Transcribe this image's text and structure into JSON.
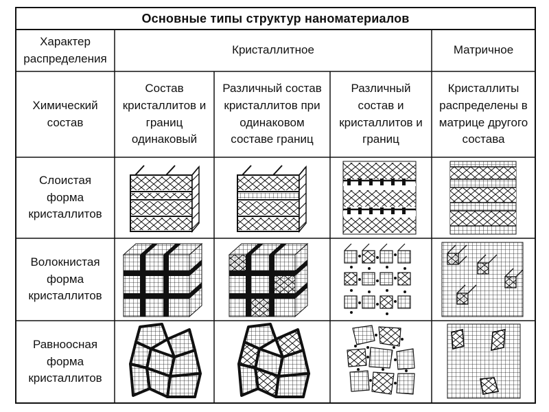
{
  "title": "Основные типы структур наноматериалов",
  "header": {
    "distribution_label": "Характер распределения",
    "crystalline": "Кристаллитное",
    "matrix": "Матричное",
    "chem_label": "Химический состав",
    "col1": "Состав кристаллитов и границ одинаковый",
    "col2": "Различный состав кристаллитов при одинаковом составе границ",
    "col3": "Различный состав и кристаллитов и границ",
    "col4": "Кристаллиты распределены в матрице другого состава"
  },
  "rows": [
    {
      "label": "Слоистая форма кристаллитов"
    },
    {
      "label": "Волокнистая форма кристаллитов"
    },
    {
      "label": "Равноосная форма кристаллитов"
    }
  ],
  "colors": {
    "ink": "#111111",
    "background": "#ffffff"
  }
}
